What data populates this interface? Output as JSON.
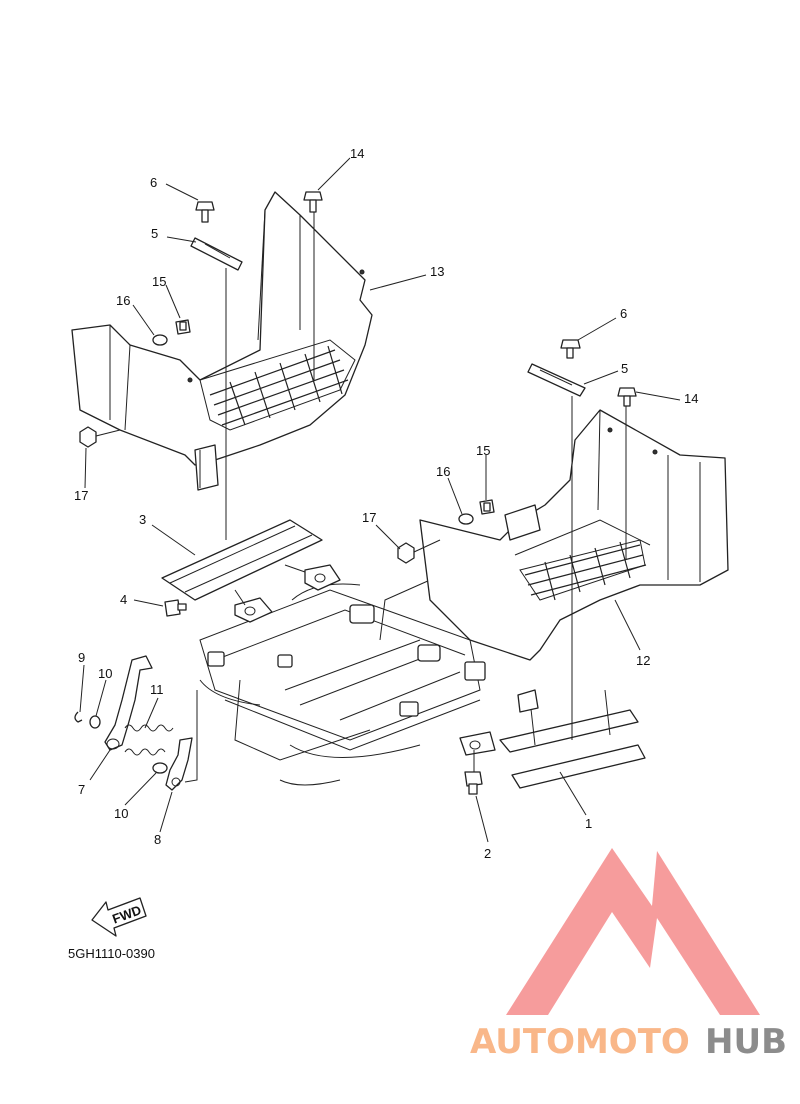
{
  "diagram_code": "5GH1110-0390",
  "fwd_label": "FWD",
  "watermark": {
    "text_a": "AUTOMOTO",
    "text_b": "HUB",
    "color_a": "#f9b789",
    "color_b": "#8c8c8c",
    "logo_color": "#f58b8b"
  },
  "callouts": {
    "c1": "1",
    "c2": "2",
    "c3": "3",
    "c4": "4",
    "c5a": "5",
    "c5b": "5",
    "c6a": "6",
    "c6b": "6",
    "c7": "7",
    "c8": "8",
    "c9": "9",
    "c10a": "10",
    "c10b": "10",
    "c11": "11",
    "c12": "12",
    "c13": "13",
    "c14a": "14",
    "c14b": "14",
    "c15a": "15",
    "c15b": "15",
    "c16a": "16",
    "c16b": "16",
    "c17a": "17",
    "c17b": "17"
  }
}
